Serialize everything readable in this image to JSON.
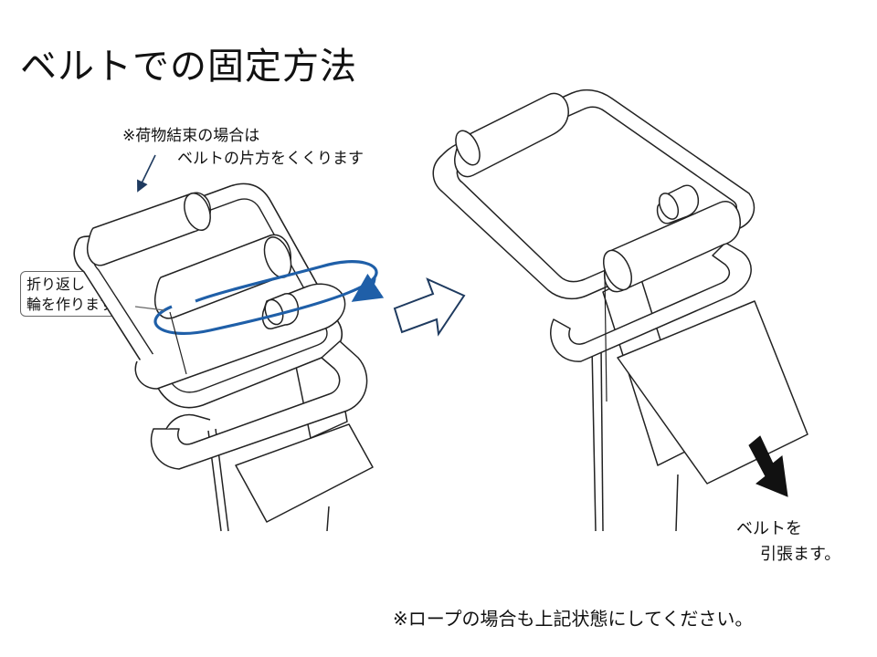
{
  "title": "ベルトでの固定方法",
  "note_cargo": {
    "line1": "※荷物結束の場合は",
    "line2": "ベルトの片方をくくります"
  },
  "callout": {
    "line1": "折り返し",
    "line2": "輪を作ります。"
  },
  "pull_note": {
    "line1": "ベルトを",
    "line2": "引張ます。"
  },
  "bottom_note": "※ロープの場合も上記状態にしてください。",
  "colors": {
    "belt_loop": "#1f5fa8",
    "arrow_outline": "#1e3a5f",
    "pull_arrow": "#111111",
    "line": "#222222"
  }
}
